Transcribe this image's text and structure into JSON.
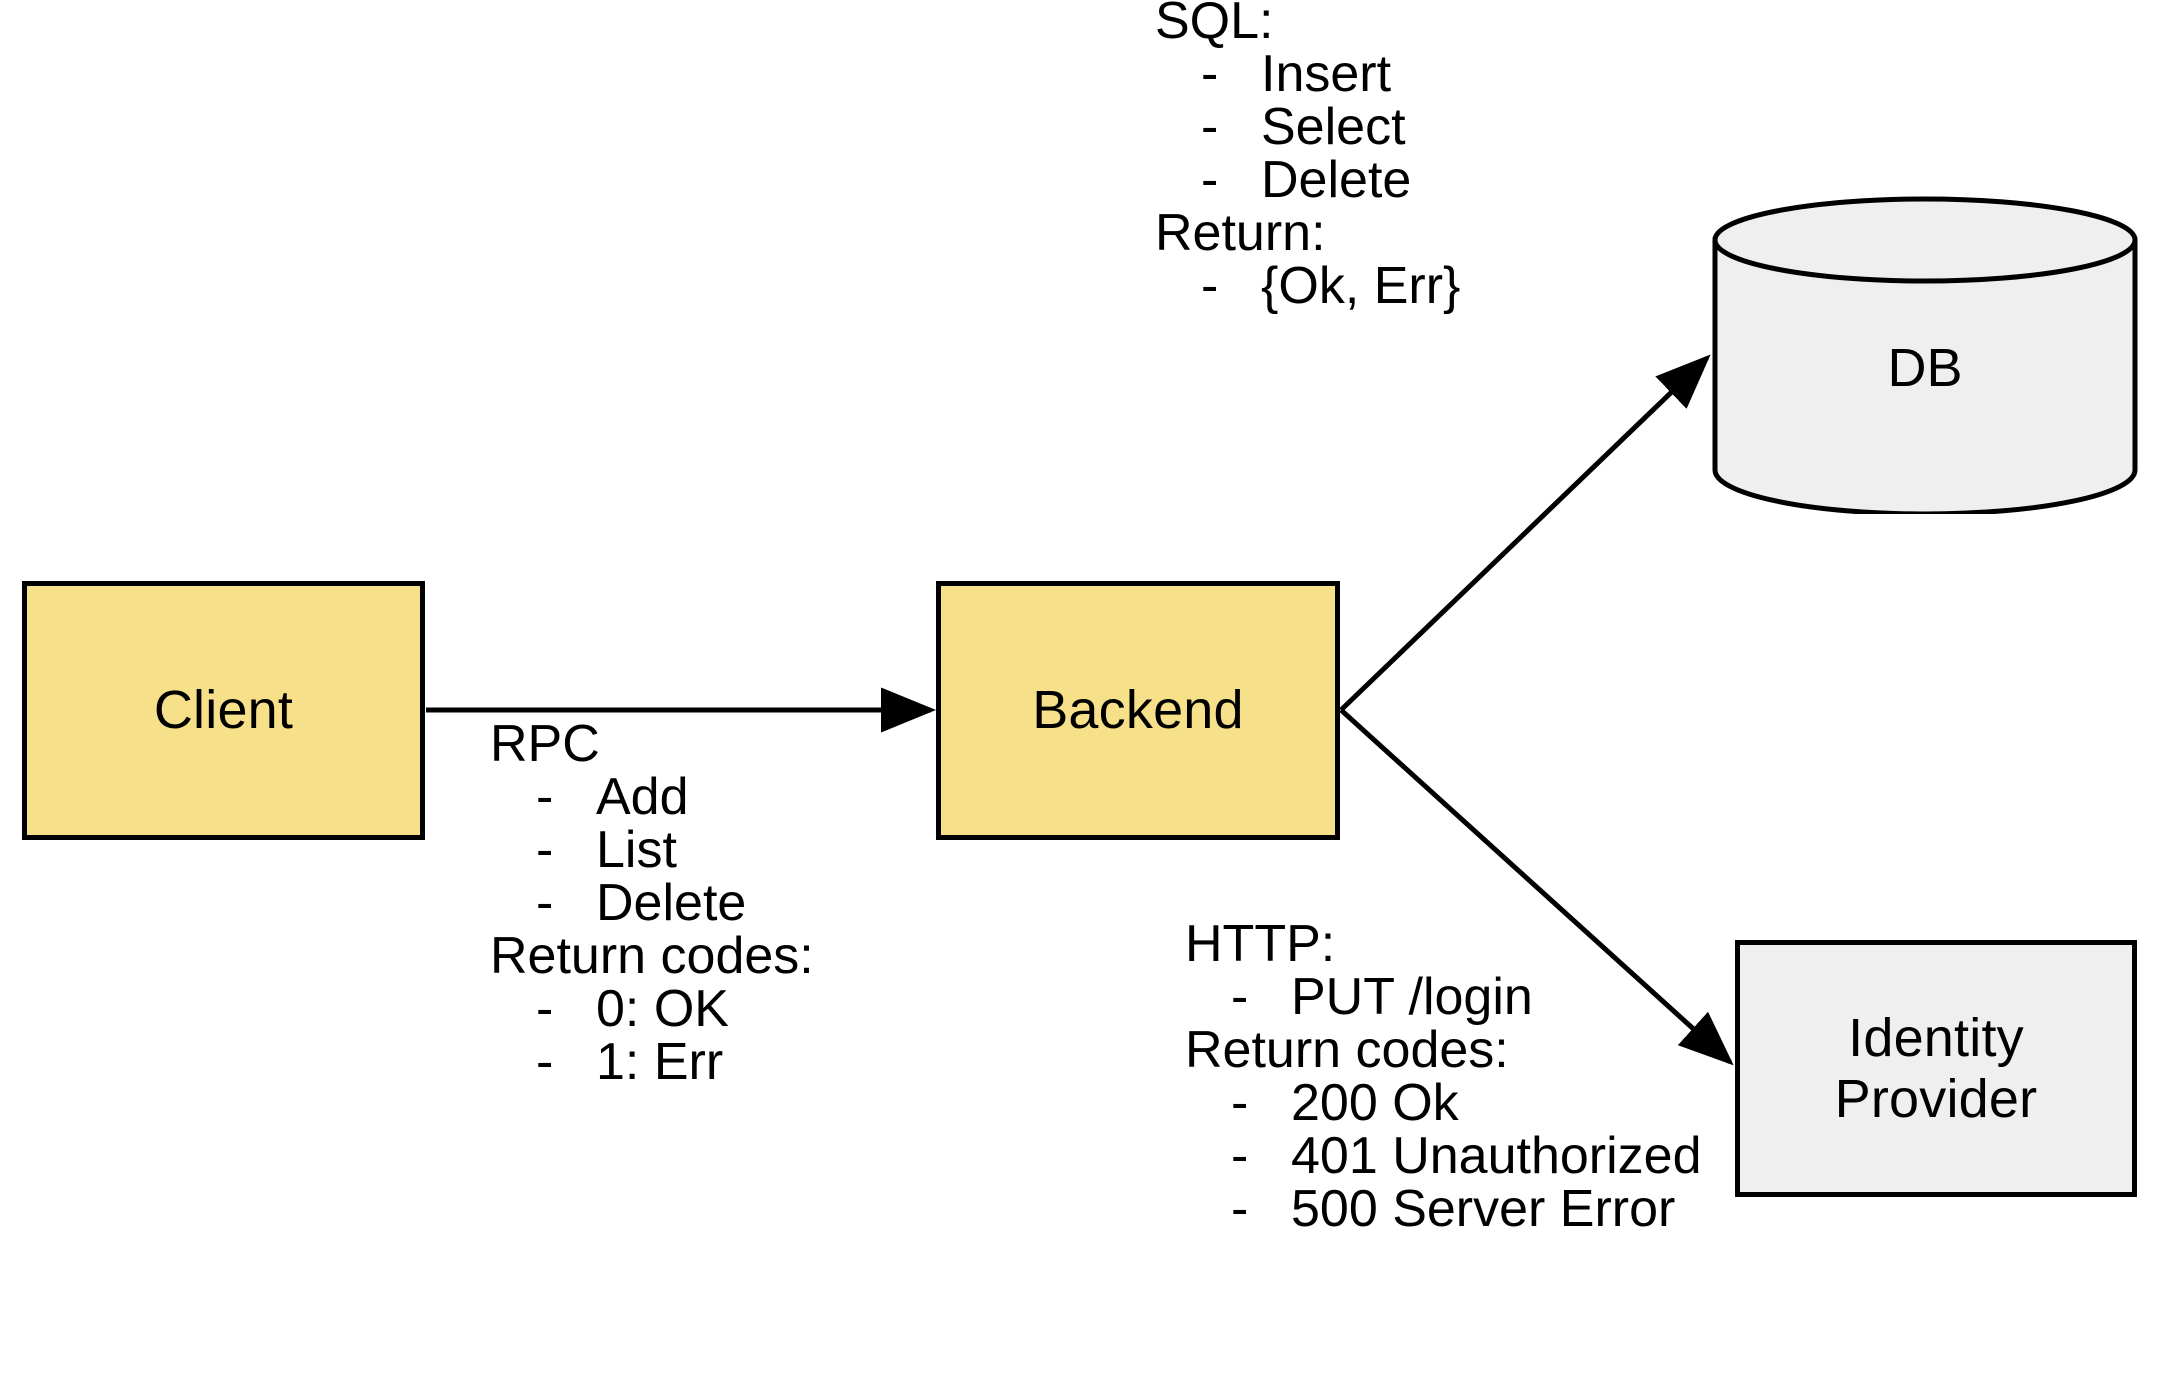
{
  "diagram": {
    "title": "Client / Backend / DB / Identity Provider architecture",
    "colors": {
      "service_fill": "#f7e08a",
      "store_fill": "#efefef",
      "stroke": "#000000",
      "background": "#ffffff"
    }
  },
  "nodes": {
    "client": {
      "label": "Client",
      "shape": "rectangle",
      "fill": "#f7e08a"
    },
    "backend": {
      "label": "Backend",
      "shape": "rectangle",
      "fill": "#f7e08a"
    },
    "db": {
      "label": "DB",
      "shape": "cylinder",
      "fill": "#efefef"
    },
    "idp": {
      "label": "Identity\nProvider",
      "line1": "Identity",
      "line2": "Provider",
      "shape": "rectangle",
      "fill": "#efefef"
    }
  },
  "edges": [
    {
      "id": "client-to-backend",
      "from": "client",
      "to": "backend",
      "arrow": "single",
      "annotation": "rpc"
    },
    {
      "id": "backend-to-db",
      "from": "backend",
      "to": "db",
      "arrow": "single",
      "annotation": "sql"
    },
    {
      "id": "backend-to-idp",
      "from": "backend",
      "to": "idp",
      "arrow": "single",
      "annotation": "http"
    }
  ],
  "annotations": {
    "rpc": {
      "heading": "RPC",
      "bullet": "-",
      "items": [
        "Add",
        "List",
        "Delete"
      ],
      "sub_heading": "Return codes:",
      "sub_items": [
        "0: OK",
        "1: Err"
      ]
    },
    "sql": {
      "heading": "SQL:",
      "bullet": "-",
      "items": [
        "Insert",
        "Select",
        "Delete"
      ],
      "sub_heading": "Return:",
      "sub_items": [
        "{Ok, Err}"
      ]
    },
    "http": {
      "heading": "HTTP:",
      "bullet": "-",
      "items": [
        "PUT /login"
      ],
      "sub_heading": "Return codes:",
      "sub_items": [
        "200 Ok",
        "401 Unauthorized",
        "500 Server Error"
      ]
    }
  }
}
